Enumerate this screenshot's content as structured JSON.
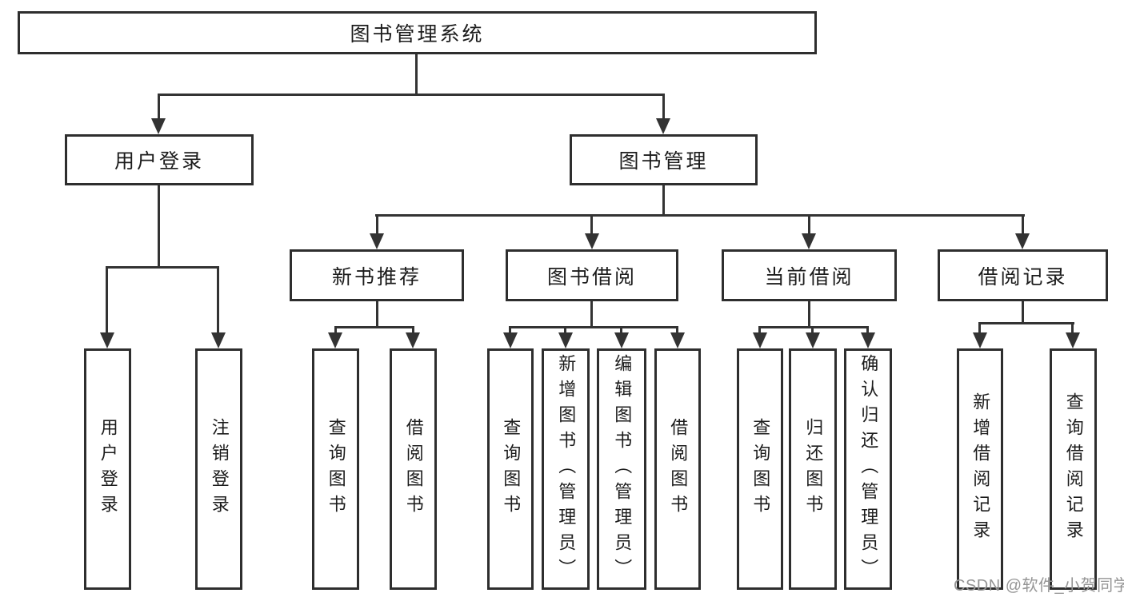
{
  "diagram": {
    "title": "图书管理系统",
    "watermark": "CSDN @软件_小贺同学",
    "colors": {
      "background": "#ffffff",
      "line": "#333333",
      "border": "#2e2e2e",
      "text": "#1c1c1c",
      "watermark": "#959595"
    },
    "nodes": {
      "root": {
        "label": "图书管理系统"
      },
      "user_login": {
        "label": "用户登录"
      },
      "book_mgmt": {
        "label": "图书管理"
      },
      "new_book_rec": {
        "label": "新书推荐"
      },
      "book_borrow": {
        "label": "图书借阅"
      },
      "current_borrow": {
        "label": "当前借阅"
      },
      "borrow_records": {
        "label": "借阅记录"
      },
      "ul_login": {
        "label": "用户登录"
      },
      "ul_logout": {
        "label": "注销登录"
      },
      "nr_query": {
        "label": "查询图书"
      },
      "nr_borrow": {
        "label": "借阅图书"
      },
      "bb_query": {
        "label": "查询图书"
      },
      "bb_add": {
        "label": "新增图书（管理员）"
      },
      "bb_edit": {
        "label": "编辑图书（管理员）"
      },
      "bb_borrow": {
        "label": "借阅图书"
      },
      "cb_query": {
        "label": "查询图书"
      },
      "cb_return": {
        "label": "归还图书"
      },
      "cb_confirm": {
        "label": "确认归还（管理员）"
      },
      "br_add": {
        "label": "新增借阅记录"
      },
      "br_query": {
        "label": "查询借阅记录"
      }
    },
    "edges": [
      {
        "from": "root",
        "to": [
          "user_login",
          "book_mgmt"
        ]
      },
      {
        "from": "user_login",
        "to": [
          "ul_login",
          "ul_logout"
        ]
      },
      {
        "from": "book_mgmt",
        "to": [
          "new_book_rec",
          "book_borrow",
          "current_borrow",
          "borrow_records"
        ]
      },
      {
        "from": "new_book_rec",
        "to": [
          "nr_query",
          "nr_borrow"
        ]
      },
      {
        "from": "book_borrow",
        "to": [
          "bb_query",
          "bb_add",
          "bb_edit",
          "bb_borrow"
        ]
      },
      {
        "from": "current_borrow",
        "to": [
          "cb_query",
          "cb_return",
          "cb_confirm"
        ]
      },
      {
        "from": "borrow_records",
        "to": [
          "br_add",
          "br_query"
        ]
      }
    ]
  }
}
